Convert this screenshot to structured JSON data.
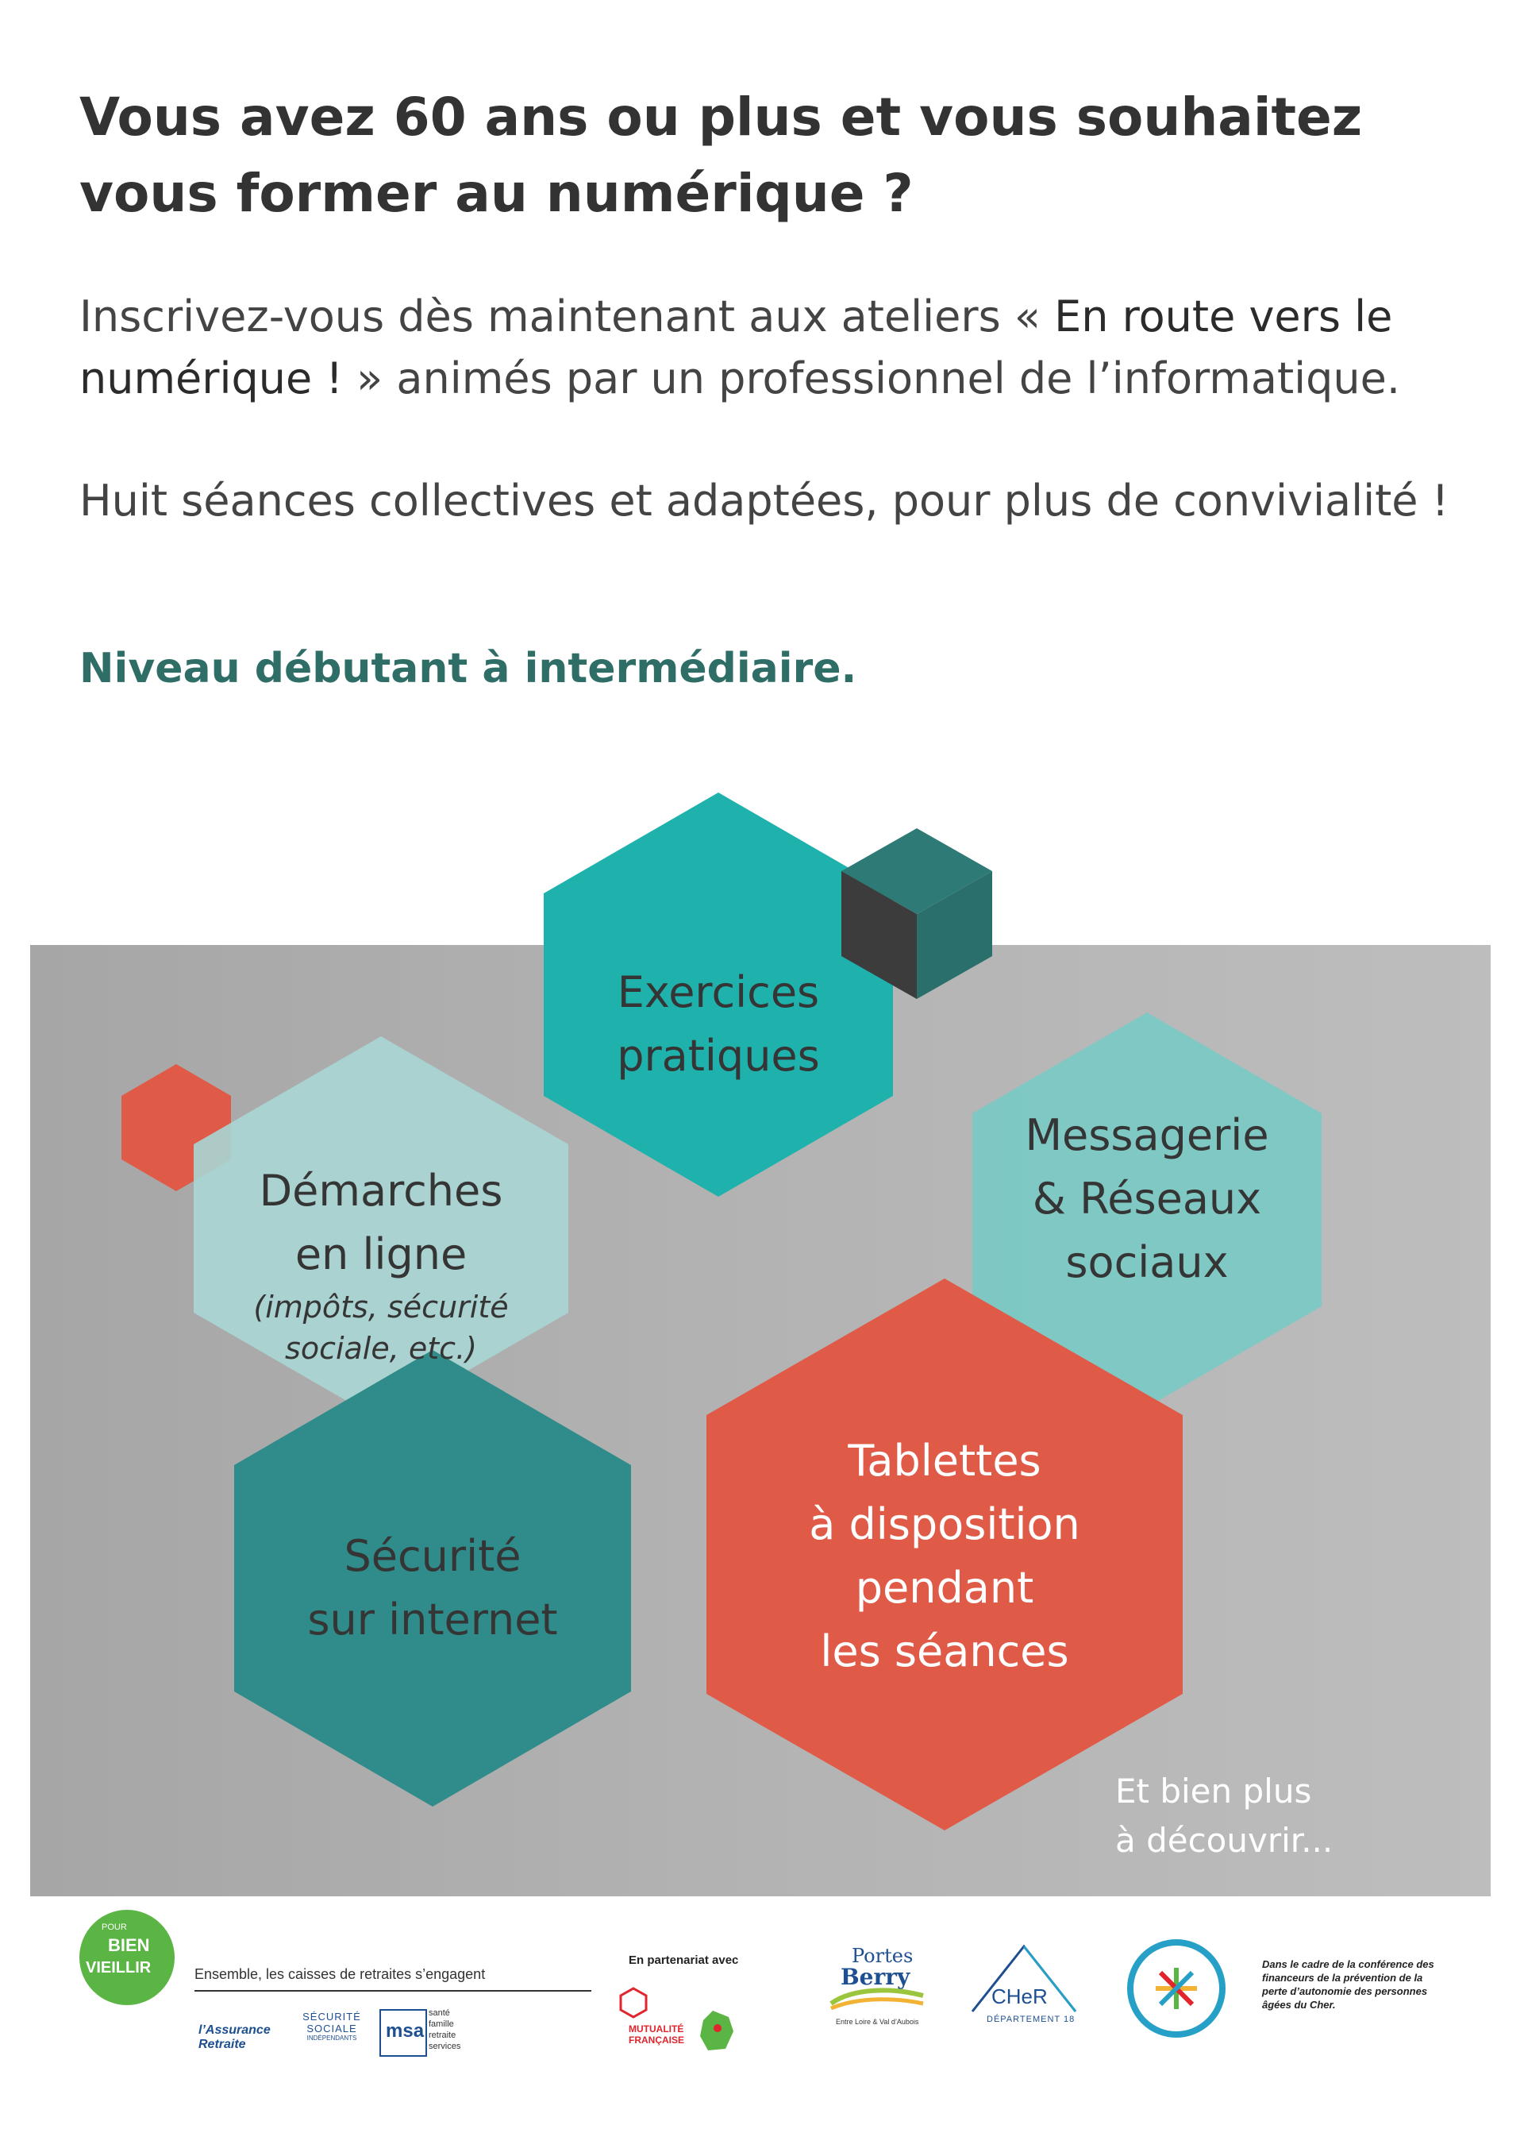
{
  "heading": {
    "title_line1": "Vous avez 60 ans ou plus et vous souhaitez",
    "title_line2": "vous former au numérique ?"
  },
  "intro": {
    "text_before": "Inscrivez-vous dès maintenant aux ateliers « ",
    "highlight": "En route vers le numérique !",
    "text_after": " » animés par un professionnel de l’informatique."
  },
  "sessions_text": "Huit séances collectives et adaptées, pour plus de convivialité !",
  "level_text": "Niveau débutant à intermédiaire.",
  "topics": {
    "exercices": {
      "line1": "Exercices",
      "line2": "pratiques"
    },
    "demarches": {
      "line1": "Démarches",
      "line2": "en ligne",
      "note1": "(impôts, sécurité",
      "note2": "sociale, etc.)"
    },
    "messagerie": {
      "line1": "Messagerie",
      "line2": "& Réseaux",
      "line3": "sociaux"
    },
    "securite": {
      "line1": "Sécurité",
      "line2": "sur internet"
    },
    "tablettes": {
      "line1": "Tablettes",
      "line2": "à disposition",
      "line3": "pendant",
      "line4": "les séances"
    }
  },
  "more_text": {
    "line1": "Et bien plus",
    "line2": "à découvrir..."
  },
  "colors": {
    "teal": "#1fb2ad",
    "dark_teal": "#2f8c8a",
    "light_teal": "#7fcfcb",
    "coral": "#e05a48",
    "heading_green": "#2f6e66"
  },
  "footer": {
    "bien_vieillir_pour": "POUR",
    "bien_vieillir_bien": "BIEN",
    "bien_vieillir_vieillir": "VIEILLIR",
    "engagement": "Ensemble, les caisses de retraites s’engagent",
    "assurance_retraite": "l’Assurance Retraite",
    "ssi_line1": "SÉCURITÉ",
    "ssi_line2": "SOCIALE",
    "ssi_line3": "INDÉPENDANTS",
    "msa": "msa",
    "msa_services": "santé famille retraite services",
    "partnership": "En partenariat avec",
    "mutualite_line1": "MUTUALITÉ",
    "mutualite_line2": "FRANÇAISE",
    "portes_berry_line1": "Portes",
    "portes_berry_line2": "Berry",
    "portes_berry_sub": "Entre Loire & Val d’Aubois",
    "cher": "CHeR",
    "cher_sub": "DÉPARTEMENT 18",
    "conference_note": "Dans le cadre de la conférence des financeurs de la prévention de la perte d’autonomie des personnes âgées du Cher."
  }
}
